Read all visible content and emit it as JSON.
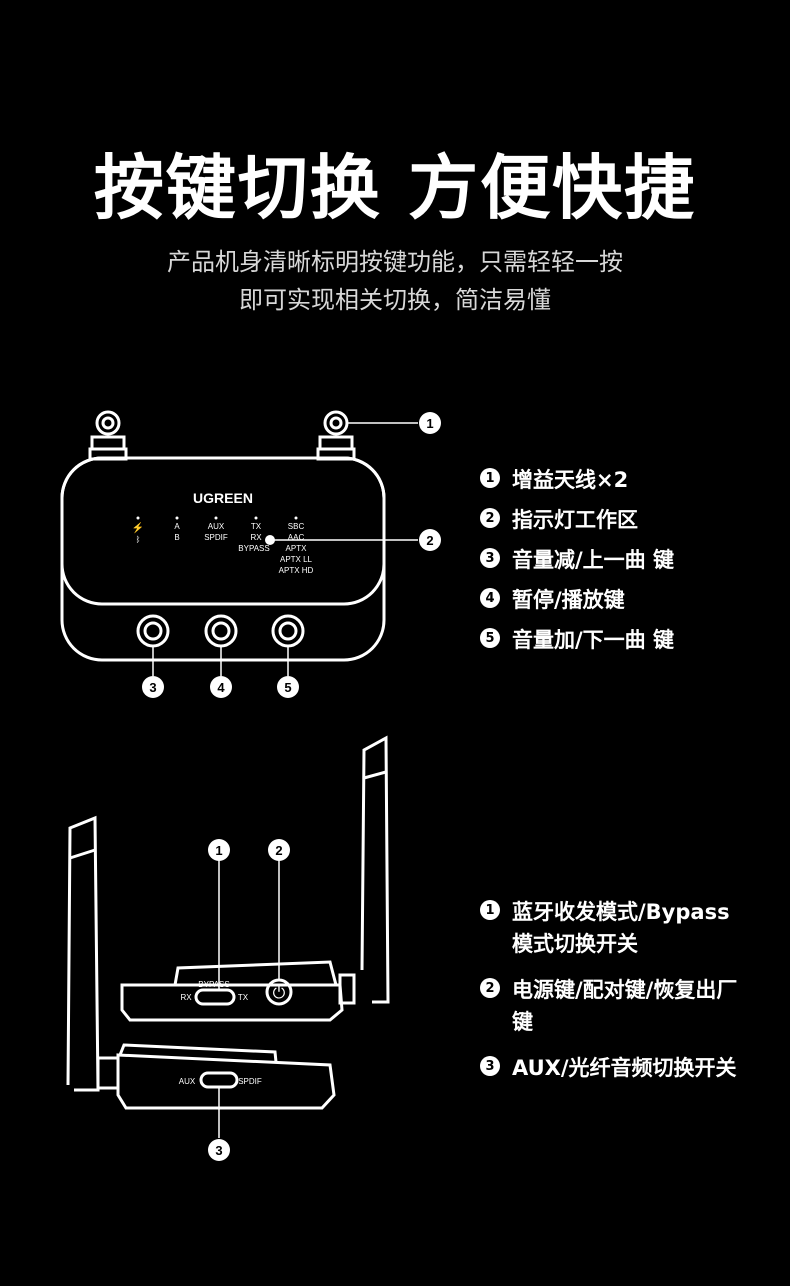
{
  "title": "按键切换 方便快捷",
  "subtitle": [
    "产品机身清晰标明按键功能，只需轻轻一按",
    "即可实现相关切换，简洁易懂"
  ],
  "device_top": {
    "brand": "UGREEN",
    "indicators": [
      [
        "A",
        "B"
      ],
      [
        "AUX",
        "SPDIF"
      ],
      [
        "TX",
        "RX",
        "BYPASS"
      ],
      [
        "SBC",
        "AAC",
        "APTX",
        "APTX LL",
        "APTX HD"
      ]
    ],
    "markers": [
      "1",
      "2",
      "3",
      "4",
      "5"
    ]
  },
  "legend_top": [
    {
      "n": "1",
      "text": "增益天线×2"
    },
    {
      "n": "2",
      "text": "指示灯工作区"
    },
    {
      "n": "3",
      "text": "音量减/上一曲 键"
    },
    {
      "n": "4",
      "text": "暂停/播放键"
    },
    {
      "n": "5",
      "text": "音量加/下一曲 键"
    }
  ],
  "device_side": {
    "switch1": {
      "top": "BYPASS",
      "left": "RX",
      "right": "TX"
    },
    "switch2": {
      "left": "AUX",
      "right": "SPDIF"
    },
    "markers": [
      "1",
      "2",
      "3"
    ]
  },
  "legend_bottom": [
    {
      "n": "1",
      "text": "蓝牙收发模式/Bypass模式切换开关"
    },
    {
      "n": "2",
      "text": "电源键/配对键/恢复出厂键"
    },
    {
      "n": "3",
      "text": "AUX/光纤音频切换开关"
    }
  ]
}
